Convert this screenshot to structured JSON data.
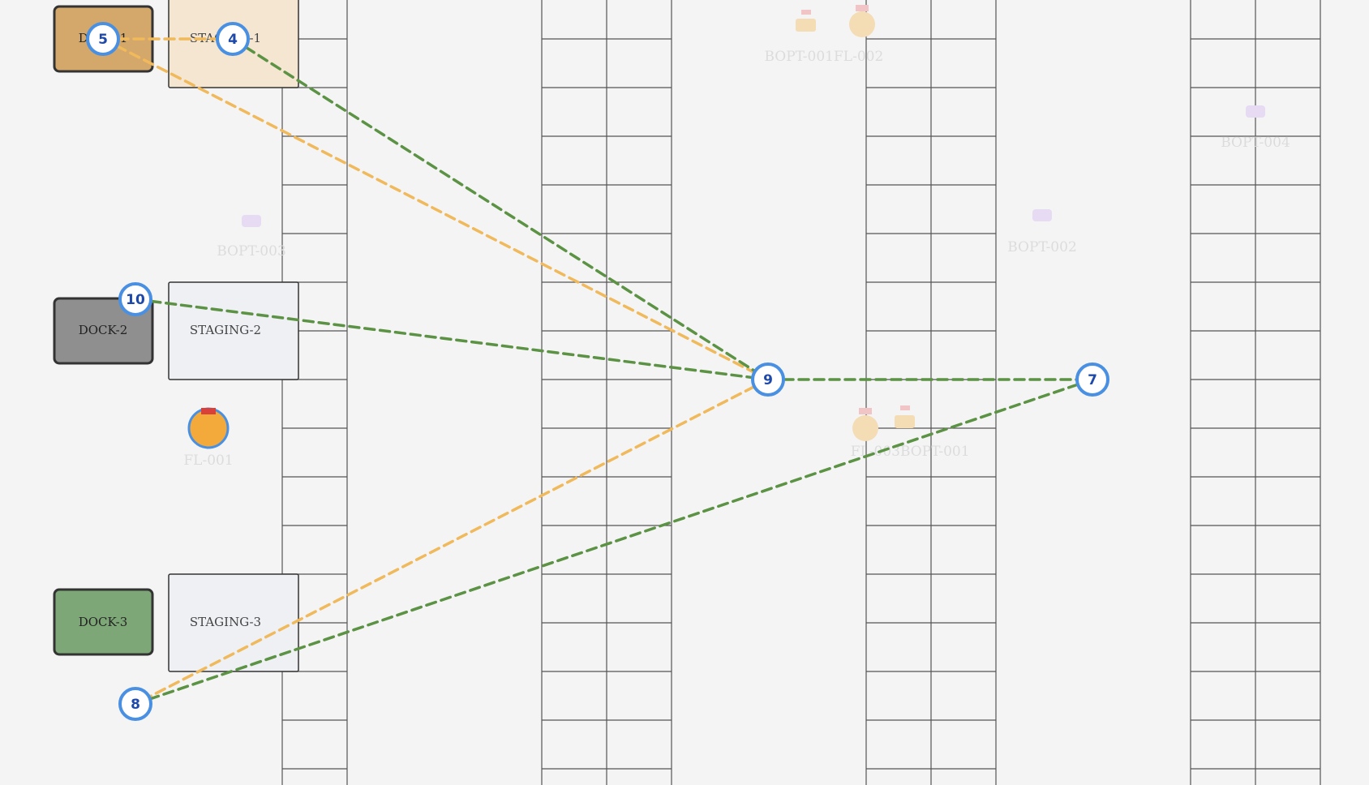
{
  "colors": {
    "background": "#f4f4f4",
    "rack_line": "#555555",
    "node_stroke": "#4a90e2",
    "node_text": "#1e49a8",
    "path_orange": "#f0b95b",
    "path_green": "#5b9244",
    "forklift_body": "#f4a93b",
    "forklift_top": "#d9403a",
    "robot_purple": "#e6dbf3"
  },
  "docks": [
    {
      "label": "DOCK-1",
      "fill": "#d4a76a"
    },
    {
      "label": "DOCK-2",
      "fill": "#8f8f8f"
    },
    {
      "label": "DOCK-3",
      "fill": "#7ea777"
    }
  ],
  "staging": [
    {
      "label": "STAGING-1",
      "fill": "#f4e6d1"
    },
    {
      "label": "STAGING-2",
      "fill": "#eef0f4"
    },
    {
      "label": "STAGING-3",
      "fill": "#eef0f4"
    }
  ],
  "robots": [
    {
      "label": "BOPT-003",
      "icon": "robot-icon"
    },
    {
      "label": "BOPT-002",
      "icon": "robot-icon"
    },
    {
      "label": "BOPT-004",
      "icon": "robot-icon"
    },
    {
      "label": "BOPT-001",
      "icon": "robot-icon"
    }
  ],
  "forklifts": [
    {
      "label": "FL-001",
      "icon": "forklift-icon"
    },
    {
      "label": "FL-002",
      "icon": "forklift-icon"
    },
    {
      "label": "FL-003",
      "icon": "forklift-icon"
    }
  ],
  "combo_labels": [
    "BOPT-001",
    "FL-002",
    "FL-003",
    "BOPT-001"
  ],
  "nodes": [
    {
      "id": "5",
      "label": "5"
    },
    {
      "id": "4",
      "label": "4"
    },
    {
      "id": "10",
      "label": "10"
    },
    {
      "id": "9",
      "label": "9"
    },
    {
      "id": "7",
      "label": "7"
    },
    {
      "id": "8",
      "label": "8"
    }
  ],
  "paths": [
    {
      "from": "5",
      "to": "4",
      "color": "orange"
    },
    {
      "from": "5",
      "to": "9",
      "color": "orange"
    },
    {
      "from": "9",
      "to": "8",
      "color": "orange"
    },
    {
      "from": "4",
      "to": "9",
      "color": "green"
    },
    {
      "from": "10",
      "to": "9",
      "color": "green"
    },
    {
      "from": "9",
      "to": "7",
      "color": "green"
    },
    {
      "from": "7",
      "to": "8",
      "color": "green"
    }
  ]
}
